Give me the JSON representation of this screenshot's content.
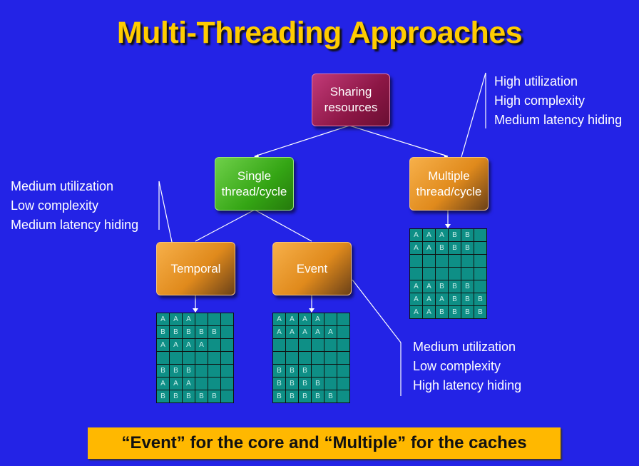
{
  "title": "Multi-Threading Approaches",
  "nodes": {
    "sharing": "Sharing\nresources",
    "single": "Single\nthread/cycle",
    "multiple": "Multiple\nthread/cycle",
    "temporal": "Temporal",
    "event": "Event"
  },
  "notes": {
    "multiple": [
      "High utilization",
      "High complexity",
      "Medium latency hiding"
    ],
    "temporal": [
      "Medium utilization",
      "Low complexity",
      "Medium latency hiding"
    ],
    "event": [
      "Medium utilization",
      "Low complexity",
      "High latency hiding"
    ]
  },
  "grids": {
    "temporal": [
      "AAA   ",
      "BBBBB ",
      "AAAA  ",
      "      ",
      "BBB   ",
      "AAA   ",
      "BBBBB "
    ],
    "event": [
      "AAAA  ",
      "AAAAA ",
      "      ",
      "      ",
      "BBB   ",
      "BBBB  ",
      "BBBBB "
    ],
    "multiple": [
      "AAABB ",
      "AABBB ",
      "      ",
      "      ",
      "AABBB ",
      "AAABBB",
      "AABBBB"
    ]
  },
  "banner": "“Event” for the core and “Multiple” for the caches",
  "colors": {
    "background": "#2323e6",
    "title": "#ffcc00",
    "grid_cell": "#0e8f86",
    "banner": "#ffb800"
  }
}
